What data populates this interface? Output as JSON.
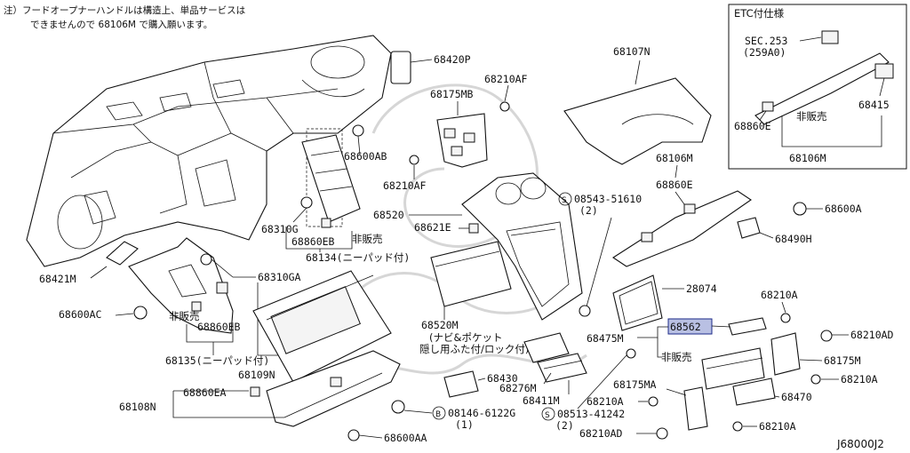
{
  "note": {
    "line1": "注）フードオープナーハンドルは構造上、単品サービスは",
    "line2": "できませんので 68106M で購入願います。"
  },
  "etc_box": {
    "title": "ETC付仕様",
    "sec_line1": "SEC.253",
    "sec_line2": "(259A0)",
    "not_sold": "非販売"
  },
  "parts": {
    "p68420P": "68420P",
    "p68175MB": "68175MB",
    "p68210AF_top": "68210AF",
    "p68107N": "68107N",
    "p68600AB": "68600AB",
    "p68210AF_mid": "68210AF",
    "p68106M": "68106M",
    "p68860E": "68860E",
    "p08543": "08543-51610",
    "p08543_qty": "(2)",
    "p68600A": "68600A",
    "p68520": "68520",
    "p68621E": "68621E",
    "p68310G": "68310G",
    "p68860EB_top": "68860EB",
    "not_sold_1": "非販売",
    "p68134": "68134(ニーパッド付)",
    "p68490H": "68490H",
    "p68421M": "68421M",
    "p68310GA": "68310GA",
    "p28074": "28074",
    "p68600AC": "68600AC",
    "not_sold_2": "非販売",
    "p68860EB_bot": "68860EB",
    "p68520M": "68520M",
    "p68520M_note1": "(ナビ&ポケット",
    "p68520M_note2": "隠し用ふた付/ロック付)",
    "p68210A_r1": "68210A",
    "p68562": "68562",
    "p68475M": "68475M",
    "p68210AD_r": "68210AD",
    "not_sold_3": "非販売",
    "p68175M": "68175M",
    "p68135": "68135(ニーパッド付)",
    "p68109N": "68109N",
    "p68430": "68430",
    "p68276M": "68276M",
    "p68411M": "68411M",
    "p68210A_r2": "68210A",
    "p68860EA": "68860EA",
    "p68175MA": "68175MA",
    "p68470": "68470",
    "p68108N": "68108N",
    "p08146": "08146-6122G",
    "p08146_qty": "(1)",
    "p68210A_b": "68210A",
    "p08513": "08513-41242",
    "p08513_qty": "(2)",
    "p68600AA": "68600AA",
    "p68210AD_b": "68210AD",
    "p68210A_b2": "68210A",
    "e_68415": "68415",
    "e_68860E": "68860E",
    "e_68106M": "68106M",
    "bolt_letter": "B",
    "screw_letter": "S"
  },
  "diagram_id": "J68000J2",
  "colors": {
    "highlight_fill": "#b9c0e3",
    "highlight_stroke": "#1c2a8a",
    "line": "#111111"
  }
}
